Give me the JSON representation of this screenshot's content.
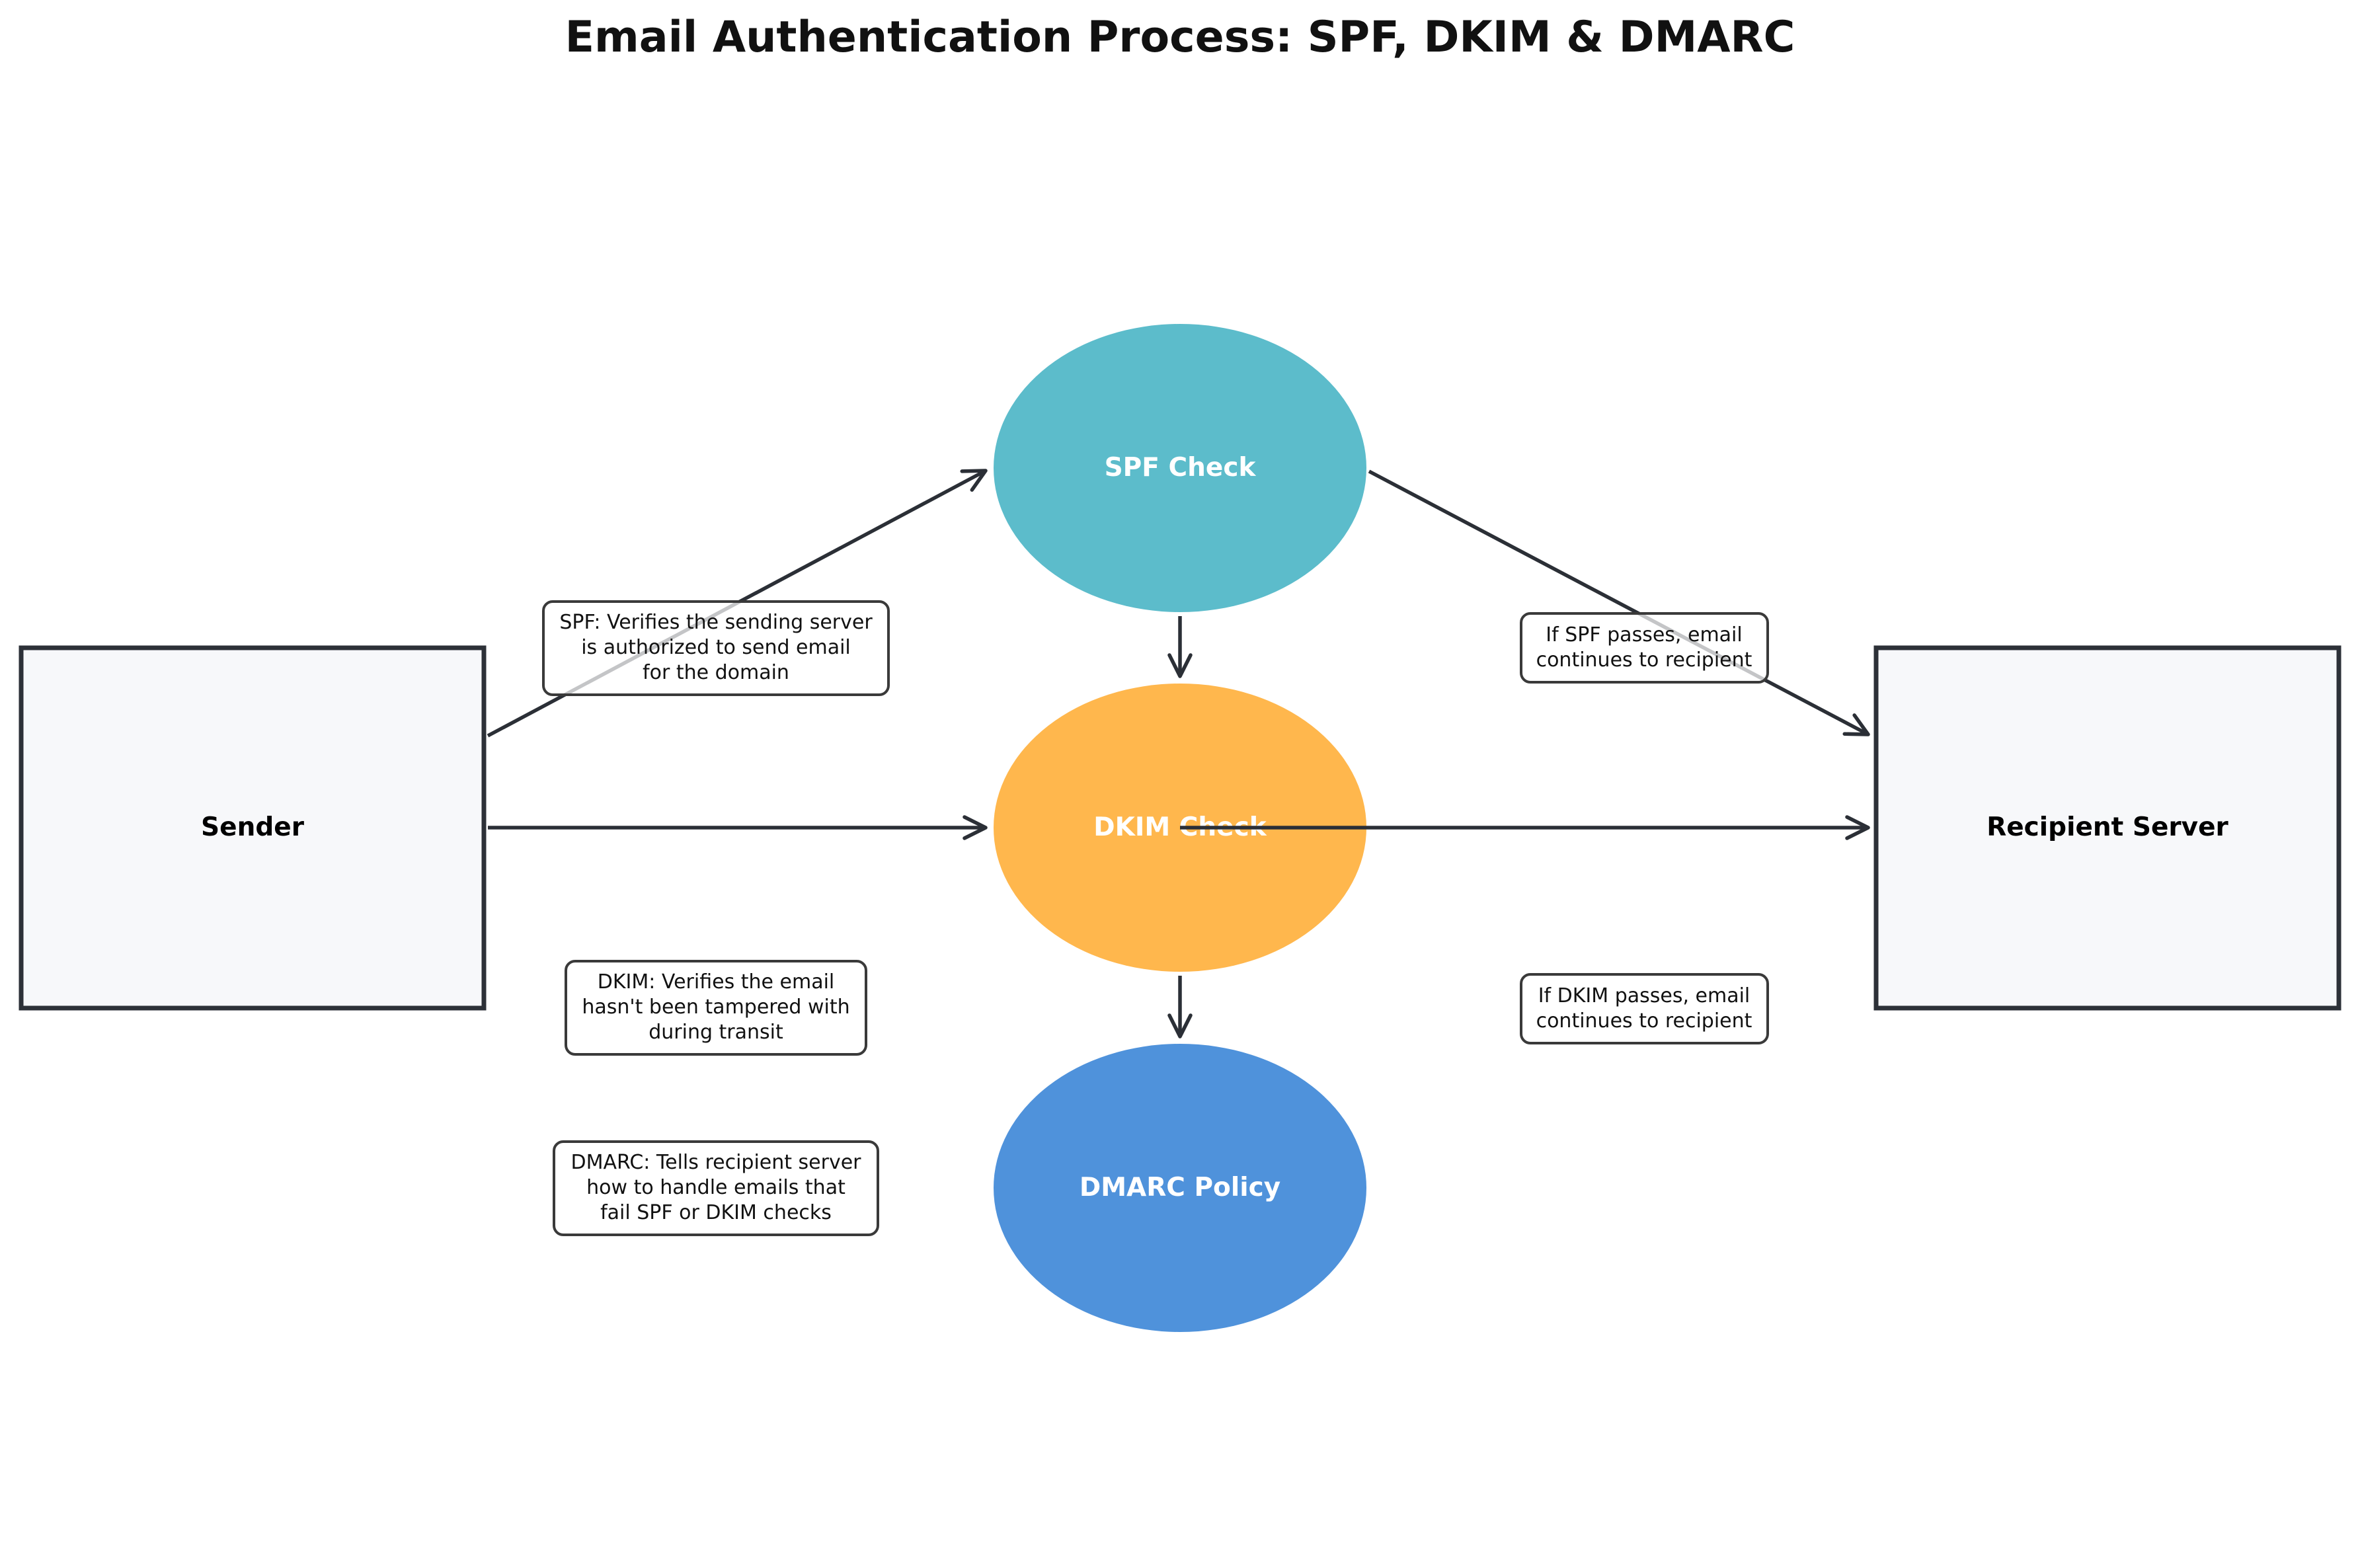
{
  "title": "Email Authentication Process: SPF, DKIM & DMARC",
  "colors": {
    "spf": "#5cbccb",
    "dkim": "#ffb74d",
    "dmarc": "#4f92db",
    "box_fill": "#f7f8fa",
    "stroke": "#2d3138"
  },
  "nodes": {
    "sender": "Sender",
    "recipient": "Recipient Server",
    "spf": "SPF Check",
    "dkim": "DKIM Check",
    "dmarc": "DMARC Policy"
  },
  "notes": {
    "spf_desc": [
      "SPF: Verifies the sending server",
      "is authorized to send email",
      "for the domain"
    ],
    "dkim_desc": [
      "DKIM: Verifies the email",
      "hasn't been tampered with",
      "during transit"
    ],
    "dmarc_desc": [
      "DMARC: Tells recipient server",
      "how to handle emails that",
      "fail SPF or DKIM checks"
    ],
    "spf_pass": [
      "If SPF passes, email",
      "continues to recipient"
    ],
    "dkim_pass": [
      "If DKIM passes, email",
      "continues to recipient"
    ]
  }
}
